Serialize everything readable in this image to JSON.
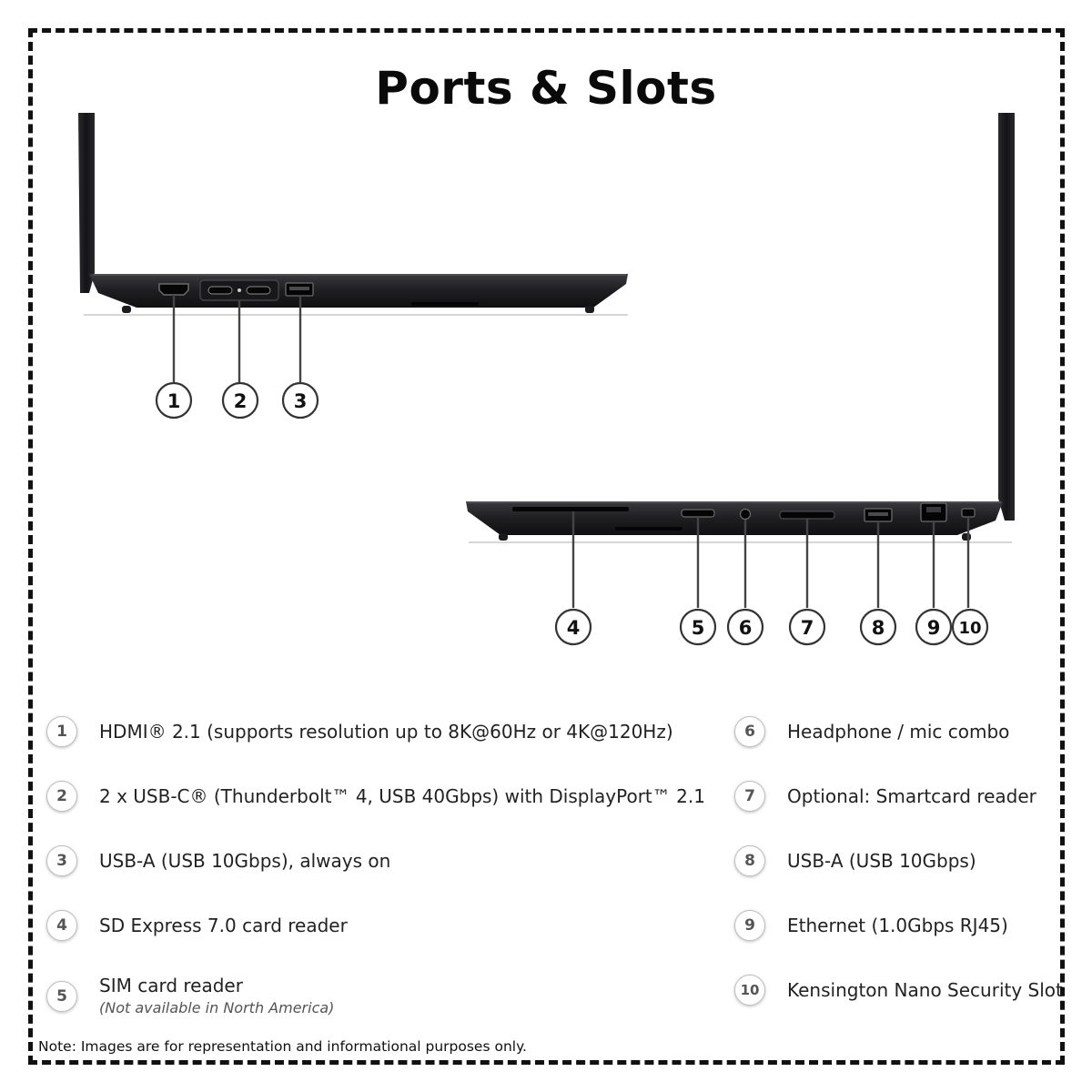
{
  "title": "Ports & Slots",
  "callouts_left": [
    "1",
    "2",
    "3"
  ],
  "callouts_right": [
    "4",
    "5",
    "6",
    "7",
    "8",
    "9",
    "10"
  ],
  "legend": [
    {
      "num": "1",
      "text": "HDMI® 2.1 (supports resolution up to 8K@60Hz or 4K@120Hz)",
      "sub": ""
    },
    {
      "num": "2",
      "text": "2 x USB-C® (Thunderbolt™ 4, USB 40Gbps) with DisplayPort™ 2.1",
      "sub": ""
    },
    {
      "num": "3",
      "text": "USB-A (USB 10Gbps), always on",
      "sub": ""
    },
    {
      "num": "4",
      "text": "SD Express 7.0 card reader",
      "sub": ""
    },
    {
      "num": "5",
      "text": "SIM card reader",
      "sub": "(Not available in North America)"
    },
    {
      "num": "6",
      "text": "Headphone / mic combo",
      "sub": ""
    },
    {
      "num": "7",
      "text": "Optional: Smartcard reader",
      "sub": ""
    },
    {
      "num": "8",
      "text": "USB-A (USB 10Gbps)",
      "sub": ""
    },
    {
      "num": "9",
      "text": "Ethernet (1.0Gbps RJ45)",
      "sub": ""
    },
    {
      "num": "10",
      "text": "Kensington Nano Security Slot",
      "sub": ""
    }
  ],
  "note": "Note: Images are for representation and informational purposes only."
}
